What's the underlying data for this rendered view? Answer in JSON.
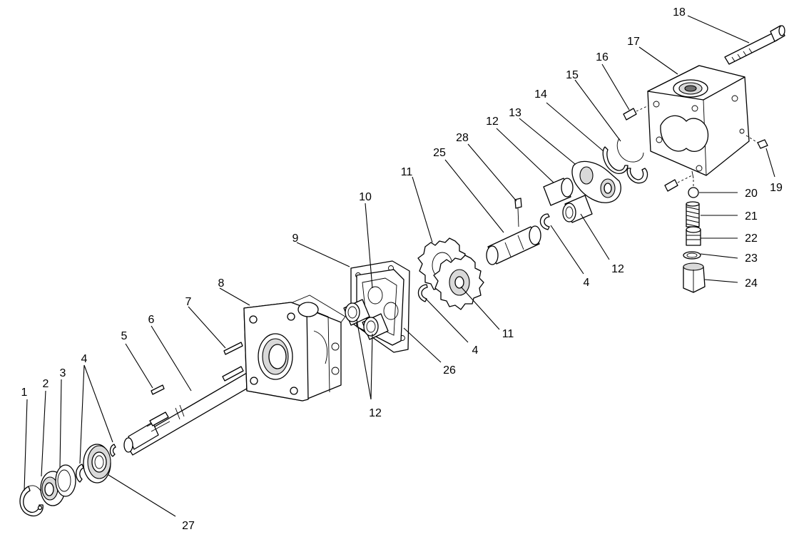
{
  "callouts": [
    {
      "id": "c1",
      "text": "1"
    },
    {
      "id": "c2",
      "text": "2"
    },
    {
      "id": "c3",
      "text": "3"
    },
    {
      "id": "c4a",
      "text": "4"
    },
    {
      "id": "c4b",
      "text": "4"
    },
    {
      "id": "c4c",
      "text": "4"
    },
    {
      "id": "c5",
      "text": "5"
    },
    {
      "id": "c6",
      "text": "6"
    },
    {
      "id": "c7",
      "text": "7"
    },
    {
      "id": "c8",
      "text": "8"
    },
    {
      "id": "c9",
      "text": "9"
    },
    {
      "id": "c10",
      "text": "10"
    },
    {
      "id": "c11a",
      "text": "11"
    },
    {
      "id": "c11b",
      "text": "11"
    },
    {
      "id": "c12a",
      "text": "12"
    },
    {
      "id": "c12b",
      "text": "12"
    },
    {
      "id": "c12c",
      "text": "12"
    },
    {
      "id": "c13",
      "text": "13"
    },
    {
      "id": "c14",
      "text": "14"
    },
    {
      "id": "c15",
      "text": "15"
    },
    {
      "id": "c16",
      "text": "16"
    },
    {
      "id": "c17",
      "text": "17"
    },
    {
      "id": "c18",
      "text": "18"
    },
    {
      "id": "c19",
      "text": "19"
    },
    {
      "id": "c20",
      "text": "20"
    },
    {
      "id": "c21",
      "text": "21"
    },
    {
      "id": "c22",
      "text": "22"
    },
    {
      "id": "c23",
      "text": "23"
    },
    {
      "id": "c24",
      "text": "24"
    },
    {
      "id": "c25",
      "text": "25"
    },
    {
      "id": "c26",
      "text": "26"
    },
    {
      "id": "c27",
      "text": "27"
    },
    {
      "id": "c28",
      "text": "28"
    }
  ]
}
